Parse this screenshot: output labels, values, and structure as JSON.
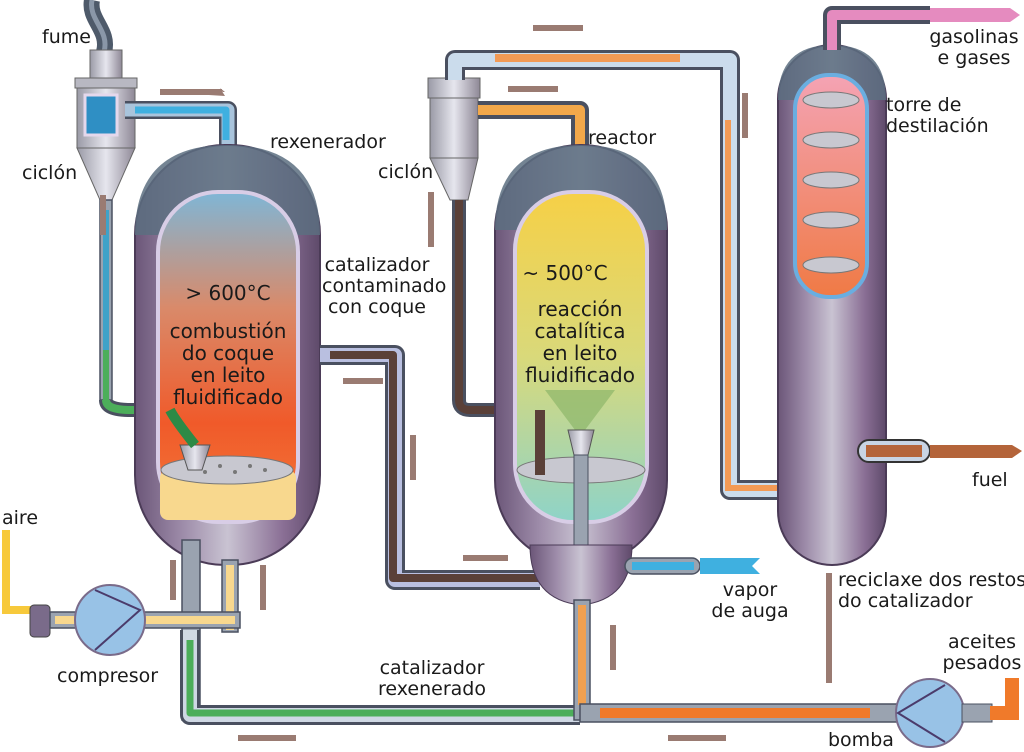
{
  "title": "Craqueo catalítico en leito fluidificado",
  "colors": {
    "arrow": "#9a7b72",
    "vessel_purple": "#7a5e86",
    "vessel_dome": "#5c6f80",
    "water_blue": "#3fb0e0",
    "air_yellow": "#f7c93b",
    "regenerated_green": "#4cae5a",
    "coked_brown": "#5a4038",
    "vapor_orange": "#f29a55",
    "gas_pink": "#e58bbf",
    "fuel_brown": "#b4643a",
    "heavy_oil_orange": "#f07a2a"
  },
  "labels": {
    "fume": "fume",
    "ciclon_left": "ciclón",
    "rexenerador": "rexenerador",
    "ciclon_right": "ciclón",
    "reactor": "reactor",
    "gasolinas_line1": "gasolinas",
    "gasolinas_line2": "e gases",
    "torre_line1": "torre de",
    "torre_line2": "destilación",
    "catalizador_contaminado_line1": "catalizador",
    "catalizador_contaminado_line2": "contaminado",
    "catalizador_contaminado_line3": "con coque",
    "fuel": "fuel",
    "aire": "aire",
    "compresor": "compresor",
    "vapor_line1": "vapor",
    "vapor_line2": "de auga",
    "reciclaxe_line1": "reciclaxe dos restos",
    "reciclaxe_line2": "do catalizador",
    "aceites_line1": "aceites",
    "aceites_line2": "pesados",
    "catalizador_rexenerado_line1": "catalizador",
    "catalizador_rexenerado_line2": "rexenerado",
    "bomba": "bomba"
  },
  "regenerator": {
    "temperature": "> 600°C",
    "process_line1": "combustión",
    "process_line2": "do coque",
    "process_line3": "en leito",
    "process_line4": "fluidificado"
  },
  "reactor_vessel": {
    "temperature": "~ 500°C",
    "process_line1": "reacción",
    "process_line2": "catalítica",
    "process_line3": "en leito",
    "process_line4": "fluidificado"
  }
}
